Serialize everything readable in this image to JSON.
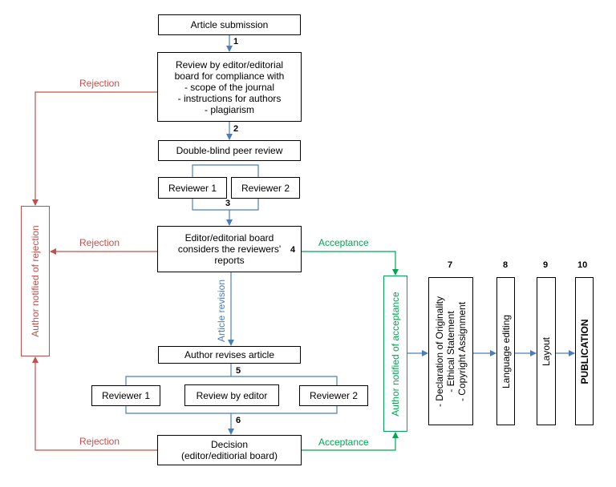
{
  "boxes": {
    "article_submission": "Article submission",
    "review_editor": [
      "Review by editor/editorial",
      "board for compliance with",
      "- scope of the journal",
      "- instructions for authors",
      "- plagiarism"
    ],
    "double_blind": "Double-blind peer review",
    "reviewer1_a": "Reviewer 1",
    "reviewer2_a": "Reviewer 2",
    "editor_considers": [
      "Editor/editorial board",
      "considers the reviewers'",
      "reports"
    ],
    "author_revises": "Author revises article",
    "reviewer1_b": "Reviewer 1",
    "review_by_editor": "Review by editor",
    "reviewer2_b": "Reviewer 2",
    "decision": [
      "Decision",
      "(editor/editiorial board)"
    ],
    "author_rejection": "Author notified of rejection",
    "author_acceptance": "Author notified of acceptance",
    "declaration": [
      "- Declaration of Originality",
      "- Ethical Statement",
      "- Copyright Assignment"
    ],
    "language_editing": "Language editing",
    "layout": "Layout",
    "publication": "PUBLICATION"
  },
  "step_numbers": {
    "n1": "1",
    "n2": "2",
    "n3": "3",
    "n4": "4",
    "n5": "5",
    "n6": "6",
    "n7": "7",
    "n8": "8",
    "n9": "9",
    "n10": "10"
  },
  "labels": {
    "rejection_1": "Rejection",
    "rejection_2": "Rejection",
    "rejection_3": "Rejection",
    "acceptance_1": "Acceptance",
    "acceptance_2": "Acceptance",
    "article_revision": "Article revision"
  },
  "colors": {
    "rejection": "#c0504d",
    "acceptance": "#00a651",
    "flow": "#4a7ebb"
  }
}
